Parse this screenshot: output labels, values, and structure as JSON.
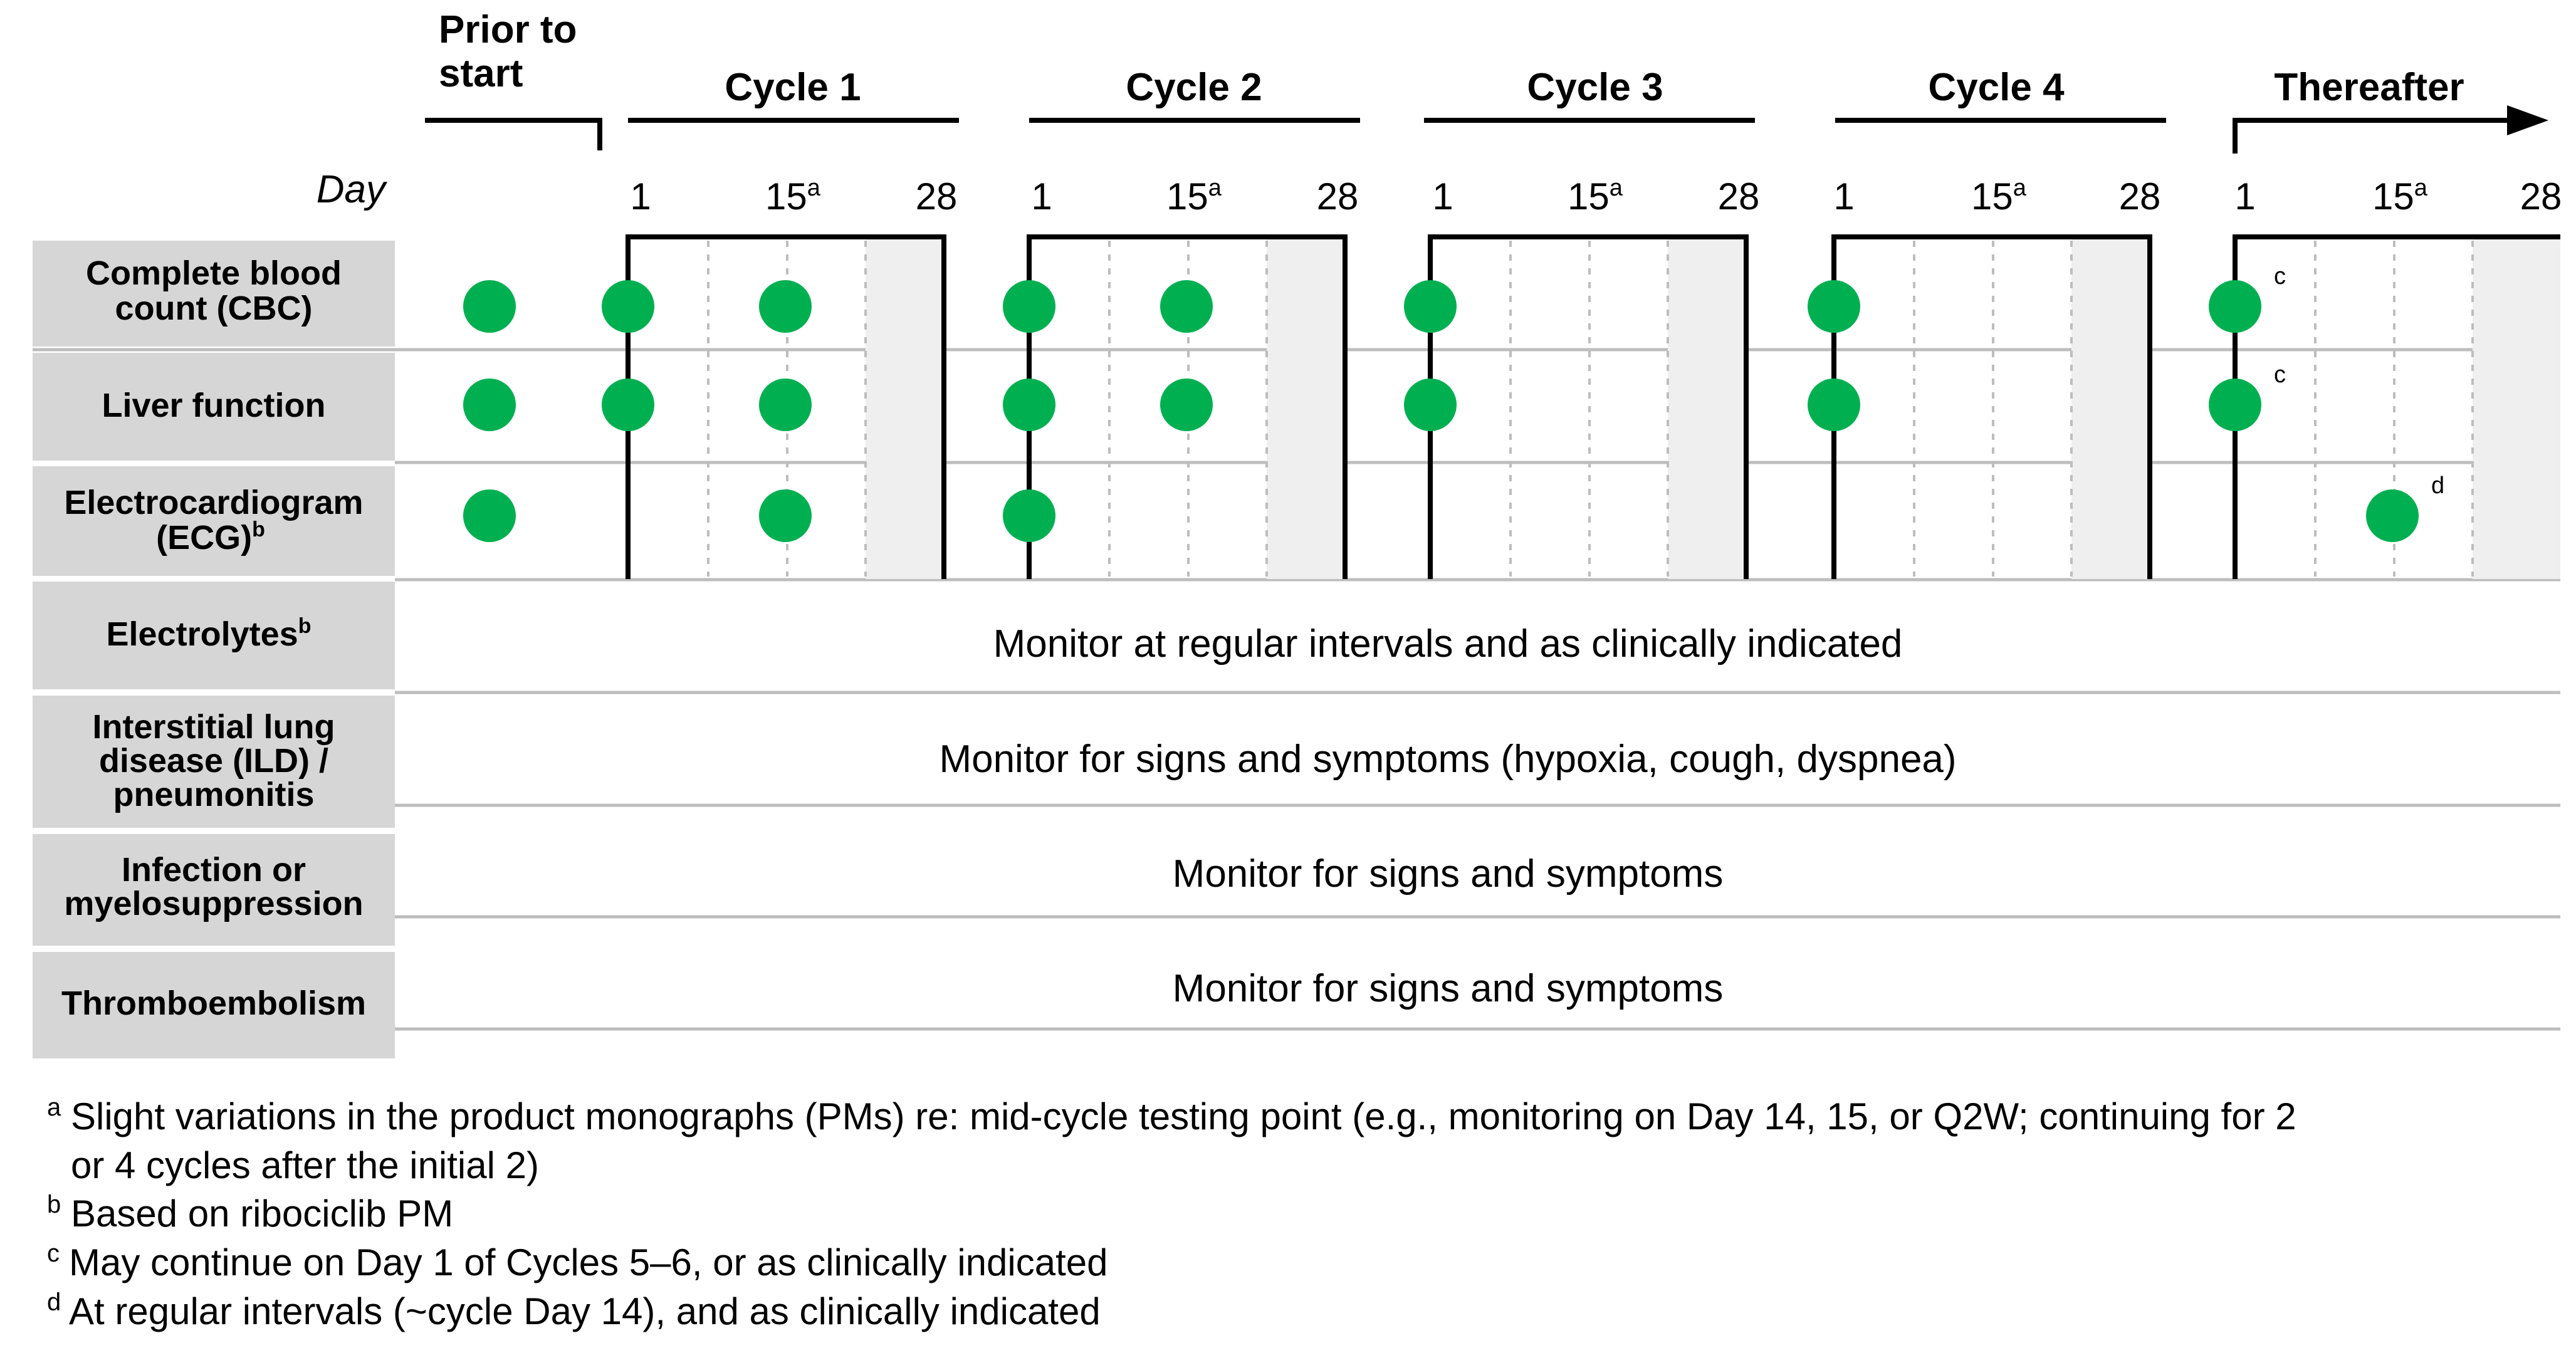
{
  "header": {
    "prior_label_line1": "Prior to",
    "prior_label_line2": "start",
    "cycles": [
      "Cycle 1",
      "Cycle 2",
      "Cycle 3",
      "Cycle 4"
    ],
    "thereafter": "Thereafter",
    "day_label": "Day",
    "day_ticks": [
      "1",
      "15",
      "28"
    ],
    "day_sup": "a"
  },
  "rows": [
    {
      "label": [
        "Complete blood",
        "count (CBC)"
      ],
      "label_sup": ""
    },
    {
      "label": [
        "Liver function"
      ],
      "label_sup": ""
    },
    {
      "label": [
        "Electrocardiogram",
        "(ECG)"
      ],
      "label_sup": "b"
    },
    {
      "label": [
        "Electrolytes"
      ],
      "label_sup": "b"
    },
    {
      "label": [
        "Interstitial lung",
        "disease (ILD) /",
        "pneumonitis"
      ],
      "label_sup": ""
    },
    {
      "label": [
        "Infection or",
        "myelosuppression"
      ],
      "label_sup": ""
    },
    {
      "label": [
        "Thromboembolism"
      ],
      "label_sup": ""
    }
  ],
  "row_notes": {
    "electrolytes": "Monitor at regular intervals and as clinically indicated",
    "ild": "Monitor for signs and symptoms (hypoxia, cough, dyspnea)",
    "infection": "Monitor for signs and symptoms",
    "thromboembolism": "Monitor for signs and symptoms"
  },
  "schedule": {
    "cbc": [
      {
        "period": "prior",
        "marker": ""
      },
      {
        "period": "cycle1",
        "day": 1,
        "marker": ""
      },
      {
        "period": "cycle1",
        "day": 15,
        "marker": ""
      },
      {
        "period": "cycle2",
        "day": 1,
        "marker": ""
      },
      {
        "period": "cycle2",
        "day": 15,
        "marker": ""
      },
      {
        "period": "cycle3",
        "day": 1,
        "marker": ""
      },
      {
        "period": "cycle4",
        "day": 1,
        "marker": ""
      },
      {
        "period": "thereafter",
        "day": 1,
        "marker": "c"
      }
    ],
    "liver": [
      {
        "period": "prior",
        "marker": ""
      },
      {
        "period": "cycle1",
        "day": 1,
        "marker": ""
      },
      {
        "period": "cycle1",
        "day": 15,
        "marker": ""
      },
      {
        "period": "cycle2",
        "day": 1,
        "marker": ""
      },
      {
        "period": "cycle2",
        "day": 15,
        "marker": ""
      },
      {
        "period": "cycle3",
        "day": 1,
        "marker": ""
      },
      {
        "period": "cycle4",
        "day": 1,
        "marker": ""
      },
      {
        "period": "thereafter",
        "day": 1,
        "marker": "c"
      }
    ],
    "ecg": [
      {
        "period": "prior",
        "marker": ""
      },
      {
        "period": "cycle1",
        "day": 15,
        "marker": ""
      },
      {
        "period": "cycle2",
        "day": 1,
        "marker": ""
      },
      {
        "period": "thereafter",
        "day": 15,
        "marker": "d"
      }
    ]
  },
  "footnotes": [
    {
      "mark": "a",
      "lines": [
        "Slight variations in the product monographs (PMs) re: mid-cycle testing point (e.g., monitoring on Day 14, 15, or Q2W; continuing for 2",
        "or 4 cycles after the initial 2)"
      ]
    },
    {
      "mark": "b",
      "lines": [
        "Based on ribociclib PM"
      ]
    },
    {
      "mark": "c",
      "lines": [
        "May continue on Day 1 of Cycles 5–6, or as clinically indicated"
      ]
    },
    {
      "mark": "d",
      "lines": [
        "At regular intervals (~cycle Day 14), and as clinically indicated"
      ]
    }
  ],
  "colors": {
    "dot": "#00b050",
    "label_bg": "#d6d6d6",
    "shade": "#efefef"
  }
}
